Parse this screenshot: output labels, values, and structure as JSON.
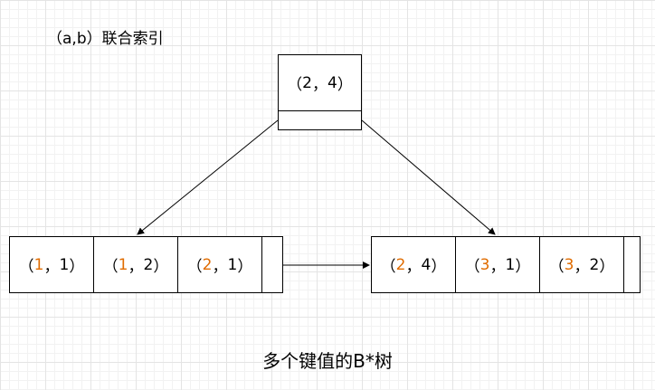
{
  "header_caption": "（a,b）联合索引",
  "footer_caption": "多个键值的B*树",
  "accent_color": "#e06c00",
  "root": {
    "key": {
      "open": "（",
      "a": "2",
      "sep": "，",
      "b": "4",
      "close": "）"
    }
  },
  "leaves": [
    {
      "keys": [
        {
          "open": "（",
          "a": "1",
          "sep": "，",
          "b": "1",
          "close": "）"
        },
        {
          "open": "（",
          "a": "1",
          "sep": "，",
          "b": "2",
          "close": "）"
        },
        {
          "open": "（",
          "a": "2",
          "sep": "，",
          "b": "1",
          "close": "）"
        }
      ]
    },
    {
      "keys": [
        {
          "open": "（",
          "a": "2",
          "sep": "，",
          "b": "4",
          "close": "）"
        },
        {
          "open": "（",
          "a": "3",
          "sep": "，",
          "b": "1",
          "close": "）"
        },
        {
          "open": "（",
          "a": "3",
          "sep": "，",
          "b": "2",
          "close": "）"
        }
      ]
    }
  ]
}
